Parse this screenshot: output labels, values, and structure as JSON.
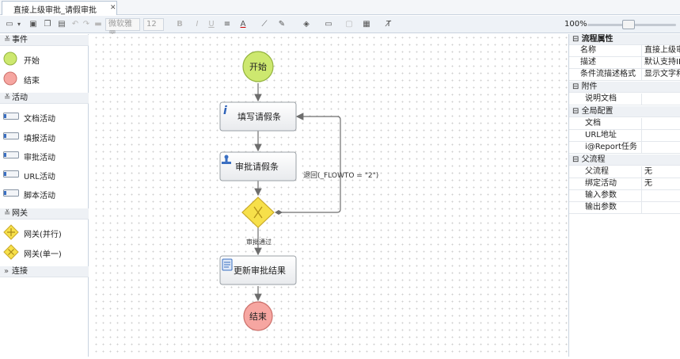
{
  "tab": {
    "title": "直接上级审批_请假审批"
  },
  "toolbar": {
    "font_family": "微软雅黑",
    "font_size": "12",
    "bold": "B",
    "italic": "I",
    "underline": "U",
    "font_color": "A",
    "zoom": "100%"
  },
  "palette": {
    "sections": [
      {
        "label": "事件",
        "items": [
          {
            "label": "开始"
          },
          {
            "label": "结束"
          }
        ]
      },
      {
        "label": "活动",
        "items": [
          {
            "label": "文档活动"
          },
          {
            "label": "填报活动"
          },
          {
            "label": "审批活动"
          },
          {
            "label": "URL活动"
          },
          {
            "label": "脚本活动"
          }
        ]
      },
      {
        "label": "网关",
        "items": [
          {
            "label": "网关(并行)"
          },
          {
            "label": "网关(单一)"
          }
        ]
      },
      {
        "label": "连接",
        "items": []
      }
    ]
  },
  "diagram": {
    "start": "开始",
    "fill_form": "填写请假条",
    "approve": "审批请假条",
    "update": "更新审批结果",
    "end": "结束",
    "return_edge": "退回(_FLOWTO = \"2\")",
    "pass_edge": "审批通过"
  },
  "properties": {
    "groups": [
      {
        "label": "流程属性",
        "rows": [
          {
            "name": "名称",
            "value": "直接上级审"
          },
          {
            "name": "描述",
            "value": "默认支持IR"
          },
          {
            "name": "条件流描述格式",
            "value": "显示文字和"
          }
        ]
      },
      {
        "label": "附件",
        "rows": [
          {
            "name": "说明文档",
            "value": ""
          }
        ]
      },
      {
        "label": "全局配置",
        "rows": [
          {
            "name": "文档",
            "value": ""
          },
          {
            "name": "URL地址",
            "value": ""
          },
          {
            "name": "i@Report任务",
            "value": ""
          }
        ]
      },
      {
        "label": "父流程",
        "rows": [
          {
            "name": "父流程",
            "value": "无"
          },
          {
            "name": "绑定活动",
            "value": "无"
          },
          {
            "name": "输入参数",
            "value": ""
          },
          {
            "name": "输出参数",
            "value": ""
          }
        ]
      }
    ]
  },
  "colors": {
    "start_fill": "#cde86f",
    "end_fill": "#f6a6a1",
    "gateway_fill": "#f7e04a",
    "node_border": "#9aa0a6"
  }
}
